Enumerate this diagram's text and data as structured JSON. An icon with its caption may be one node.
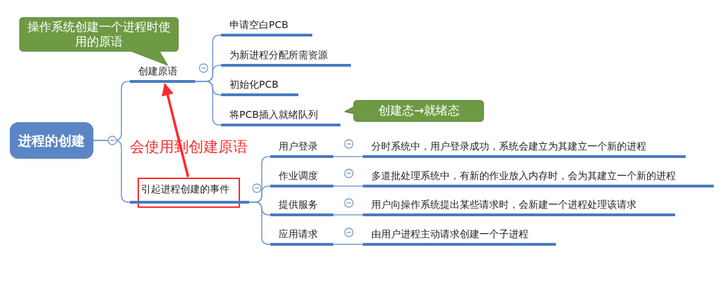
{
  "diagram": {
    "nodes": [
      {
        "text": [
          "进程的创建"
        ]
      },
      {
        "text": [
          "创建原语"
        ]
      },
      {
        "text": [
          "申请空白PCB"
        ]
      },
      {
        "text": [
          "为新进程分配所需资源"
        ]
      },
      {
        "text": [
          "初始化PCB"
        ]
      },
      {
        "text": [
          "将PCB插入就绪队列"
        ]
      },
      {
        "text": [
          "引起进程创建的事件"
        ]
      },
      {
        "text": [
          "用户登录"
        ]
      },
      {
        "text": [
          "作业调度"
        ]
      },
      {
        "text": [
          "提供服务"
        ]
      },
      {
        "text": [
          "应用请求"
        ]
      },
      {
        "text": [
          "分时系统中，用户登录成功，系统会建立为其建立一个新的进程"
        ]
      },
      {
        "text": [
          "多道批处理系统中，有新的作业放入内存时，会为其建立一个新的进程"
        ]
      },
      {
        "text": [
          "用户向操作系统提出某些请求时，会新建一个进程处理该请求"
        ]
      },
      {
        "text": [
          "由用户进程主动请求创建一个子进程"
        ]
      },
      {
        "text": [
          "操作系统创建一个进程时使用的原语"
        ]
      },
      {
        "text": [
          "创建态→就绪态"
        ]
      }
    ],
    "edges": [
      {
        "from": 0,
        "to": 1,
        "arrow": "none"
      },
      {
        "from": 0,
        "to": 6,
        "arrow": "none"
      },
      {
        "from": 1,
        "to": 2,
        "arrow": "none"
      },
      {
        "from": 1,
        "to": 3,
        "arrow": "none"
      },
      {
        "from": 1,
        "to": 4,
        "arrow": "none"
      },
      {
        "from": 1,
        "to": 5,
        "arrow": "none"
      },
      {
        "from": 6,
        "to": 7,
        "arrow": "none"
      },
      {
        "from": 6,
        "to": 8,
        "arrow": "none"
      },
      {
        "from": 6,
        "to": 9,
        "arrow": "none"
      },
      {
        "from": 6,
        "to": 10,
        "arrow": "none"
      },
      {
        "from": 7,
        "to": 11,
        "arrow": "none"
      },
      {
        "from": 8,
        "to": 12,
        "arrow": "none"
      },
      {
        "from": 9,
        "to": 13,
        "arrow": "none"
      },
      {
        "from": 10,
        "to": 14,
        "arrow": "none"
      },
      {
        "from": 6,
        "to": 1,
        "arrow": "to",
        "style": "thick",
        "color": "#ff2a2a"
      }
    ],
    "labels": [
      "会使用到创建原语"
    ]
  }
}
